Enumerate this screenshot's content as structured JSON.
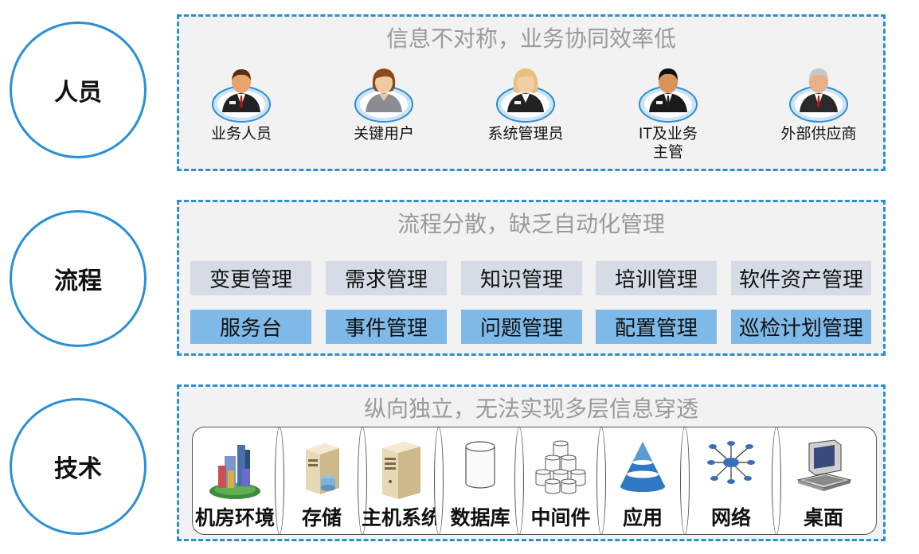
{
  "rows": {
    "people": "人员",
    "process": "流程",
    "tech": "技术"
  },
  "panel_people": {
    "title": "信息不对称，业务协同效率低",
    "persons": [
      {
        "label": "业务人员",
        "icon": "businessman-icon"
      },
      {
        "label": "关键用户",
        "icon": "female-user-icon"
      },
      {
        "label": "系统管理员",
        "icon": "female-admin-icon"
      },
      {
        "label": "IT及业务主管",
        "icon": "manager-icon"
      },
      {
        "label": "外部供应商",
        "icon": "senior-supplier-icon"
      }
    ]
  },
  "panel_process": {
    "title": "流程分散，缺乏自动化管理",
    "row1": [
      "变更管理",
      "需求管理",
      "知识管理",
      "培训管理",
      "软件资产管理"
    ],
    "row2": [
      "服务台",
      "事件管理",
      "问题管理",
      "配置管理",
      "巡检计划管理"
    ]
  },
  "panel_tech": {
    "title": "纵向独立，无法实现多层信息穿透",
    "items": [
      {
        "label": "机房环境",
        "icon": "datacenter-buildings-icon"
      },
      {
        "label": "存储",
        "icon": "storage-server-icon"
      },
      {
        "label": "主机系统",
        "icon": "host-server-icon"
      },
      {
        "label": "数据库",
        "icon": "database-cylinder-icon"
      },
      {
        "label": "中间件",
        "icon": "middleware-cylinders-icon"
      },
      {
        "label": "应用",
        "icon": "application-cone-icon"
      },
      {
        "label": "网络",
        "icon": "network-topology-icon"
      },
      {
        "label": "桌面",
        "icon": "desktop-computer-icon"
      }
    ]
  },
  "colors": {
    "accent_blue": "#2a8fd6",
    "panel_bg": "#f2f2f2",
    "box_light": "#d6dbe5",
    "box_blue": "#7eb9e8",
    "title_gray": "#9a9a9a"
  }
}
